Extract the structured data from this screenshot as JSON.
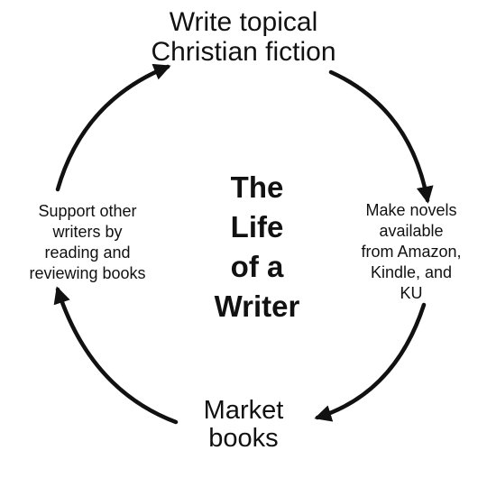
{
  "center": {
    "lines": [
      "The",
      "Life",
      "of a",
      "Writer"
    ]
  },
  "steps": [
    {
      "position": "top",
      "lines": [
        "Write topical",
        "Christian fiction"
      ]
    },
    {
      "position": "right",
      "lines": [
        "Make novels",
        "available",
        "from Amazon,",
        "Kindle, and",
        "KU"
      ]
    },
    {
      "position": "bottom",
      "lines": [
        "Market",
        "books"
      ]
    },
    {
      "position": "left",
      "lines": [
        "Support other",
        "writers by",
        "reading and",
        "reviewing books"
      ]
    }
  ],
  "colors": {
    "background": "#ffffff",
    "ink": "#111111"
  },
  "icons": [
    "arrowhead-icon"
  ]
}
